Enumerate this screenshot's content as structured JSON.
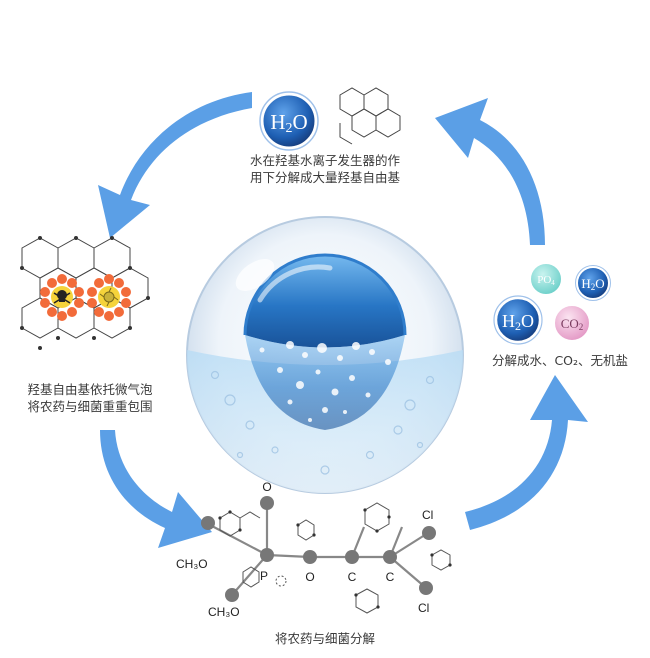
{
  "colors": {
    "arrow": "#5b9fe6",
    "h2o_blue": "#2563b8",
    "po4_teal": "#7fd8d3",
    "co2_pink": "#e9a9cf",
    "atom_gray": "#777777",
    "bubble_orange": "#f26b3a",
    "bubble_yellow": "#f5d33b"
  },
  "top": {
    "h2o_symbol": "H",
    "h2o_sub": "2",
    "h2o_o": "O",
    "caption_line1": "水在羟基水离子发生器的作",
    "caption_line2": "用下分解成大量羟基自由基"
  },
  "left": {
    "caption_line1": "羟基自由基依托微气泡",
    "caption_line2": "将农药与细菌重重包围"
  },
  "right": {
    "po4": "PO",
    "po4_sub": "4",
    "h2o_small_h": "H",
    "h2o_small_2": "2",
    "h2o_small_o": "O",
    "h2o_big_h": "H",
    "h2o_big_2": "2",
    "h2o_big_o": "O",
    "co2": "CO",
    "co2_sub": "2",
    "caption": "分解成水、CO₂、无机盐"
  },
  "bottom": {
    "caption": "将农药与细菌分解",
    "labels": {
      "o_top": "O",
      "ch3o_left": "CH₃O",
      "p": "P",
      "o_mid": "O",
      "c1": "C",
      "c2": "C",
      "cl_top": "Cl",
      "cl_bottom": "Cl",
      "ch3o_bottom": "CH₃O"
    }
  }
}
